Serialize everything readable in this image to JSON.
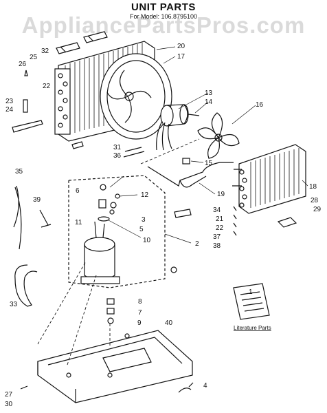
{
  "header": {
    "title": "UNIT PARTS",
    "subtitle": "For Model: 106.8795100",
    "watermark": "AppliancePartsPros.com"
  },
  "literature_label": "Literature Parts",
  "callouts": [
    "1",
    "2",
    "3",
    "4",
    "5",
    "6",
    "7",
    "8",
    "9",
    "10",
    "11",
    "12",
    "13",
    "14",
    "15",
    "16",
    "17",
    "18",
    "19",
    "20",
    "21",
    "22",
    "22",
    "23",
    "24",
    "25",
    "26",
    "27",
    "28",
    "29",
    "30",
    "31",
    "32",
    "33",
    "34",
    "35",
    "36",
    "37",
    "38",
    "39",
    "40"
  ]
}
